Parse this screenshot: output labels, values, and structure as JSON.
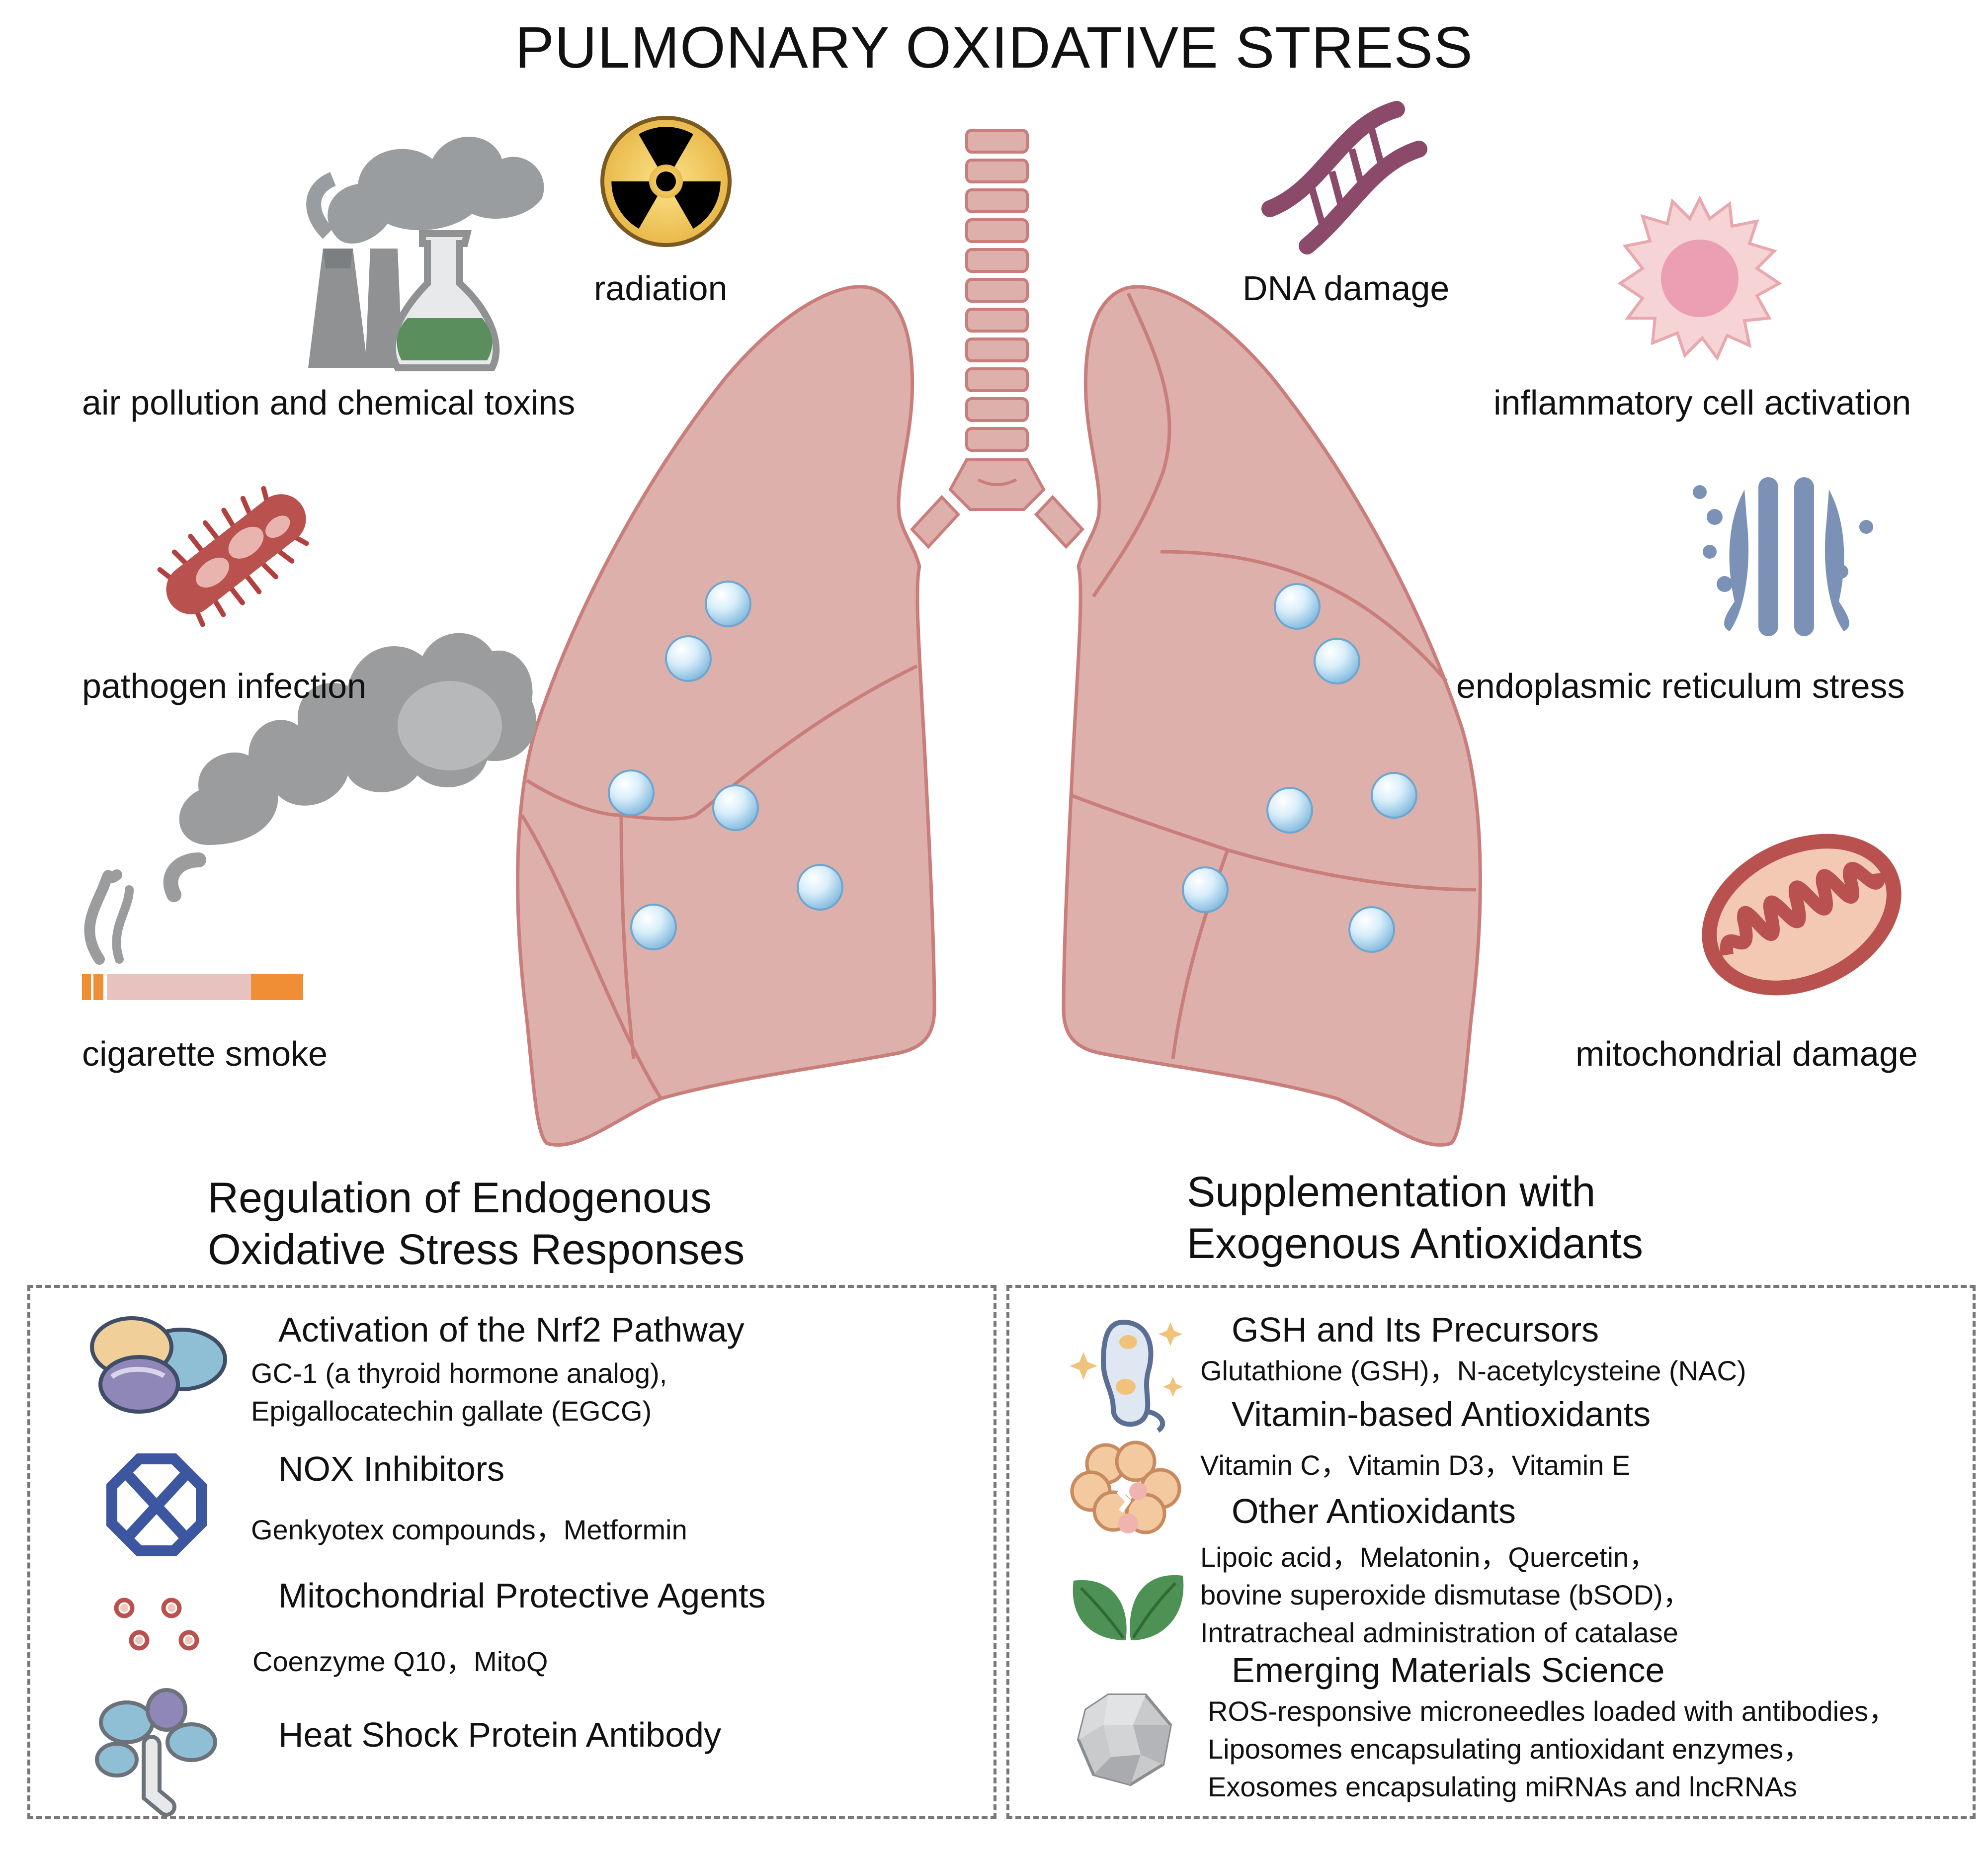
{
  "title": "PULMONARY OXIDATIVE STRESS",
  "factors": {
    "air_pollution": "air pollution and chemical toxins",
    "radiation": "radiation",
    "dna_damage": "DNA damage",
    "inflammatory": "inflammatory cell activation",
    "pathogen": "pathogen infection",
    "er_stress": "endoplasmic reticulum stress",
    "cigarette": "cigarette smoke",
    "mito_damage": "mitochondrial damage"
  },
  "endogenous": {
    "title_line1": "Regulation of Endogenous",
    "title_line2": "Oxidative Stress Responses",
    "items": [
      {
        "head": "Activation of the Nrf2 Pathway",
        "body": [
          "GC-1 (a thyroid hormone analog),",
          "Epigallocatechin gallate (EGCG)"
        ],
        "icon": "cells-icon"
      },
      {
        "head": "NOX Inhibitors",
        "body": [
          "Genkyotex compounds，Metformin"
        ],
        "icon": "octagon-x-icon"
      },
      {
        "head": "Mitochondrial Protective Agents",
        "body": [
          "Coenzyme Q10，MitoQ"
        ],
        "icon": "small-rings-icon"
      },
      {
        "head": "Heat Shock Protein Antibody",
        "body": [],
        "icon": "antibody-icon"
      }
    ]
  },
  "exogenous": {
    "title_line1": "Supplementation with",
    "title_line2": "Exogenous Antioxidants",
    "items": [
      {
        "head": "GSH and Its Precursors",
        "body": [
          "Glutathione (GSH)，N-acetylcysteine (NAC)"
        ],
        "icon": "sparkle-cell-icon"
      },
      {
        "head": "Vitamin-based Antioxidants",
        "body": [
          "Vitamin C，Vitamin D3，Vitamin E"
        ],
        "icon": "cluster-icon"
      },
      {
        "head": "Other Antioxidants",
        "body": [
          "Lipoic acid，Melatonin，Quercetin，",
          "bovine superoxide dismutase (bSOD)，",
          "Intratracheal administration of catalase"
        ],
        "icon": "leaves-icon"
      },
      {
        "head": "Emerging Materials Science",
        "body": [
          "ROS-responsive microneedles loaded with antibodies，",
          "Liposomes encapsulating antioxidant enzymes，",
          "Exosomes encapsulating miRNAs and lncRNAs"
        ],
        "icon": "rock-icon"
      }
    ]
  },
  "colors": {
    "lung_fill": "#deb0ab",
    "lung_stroke": "#c97e7b",
    "bubble": "#bfe0f2",
    "box_border": "#777777"
  }
}
